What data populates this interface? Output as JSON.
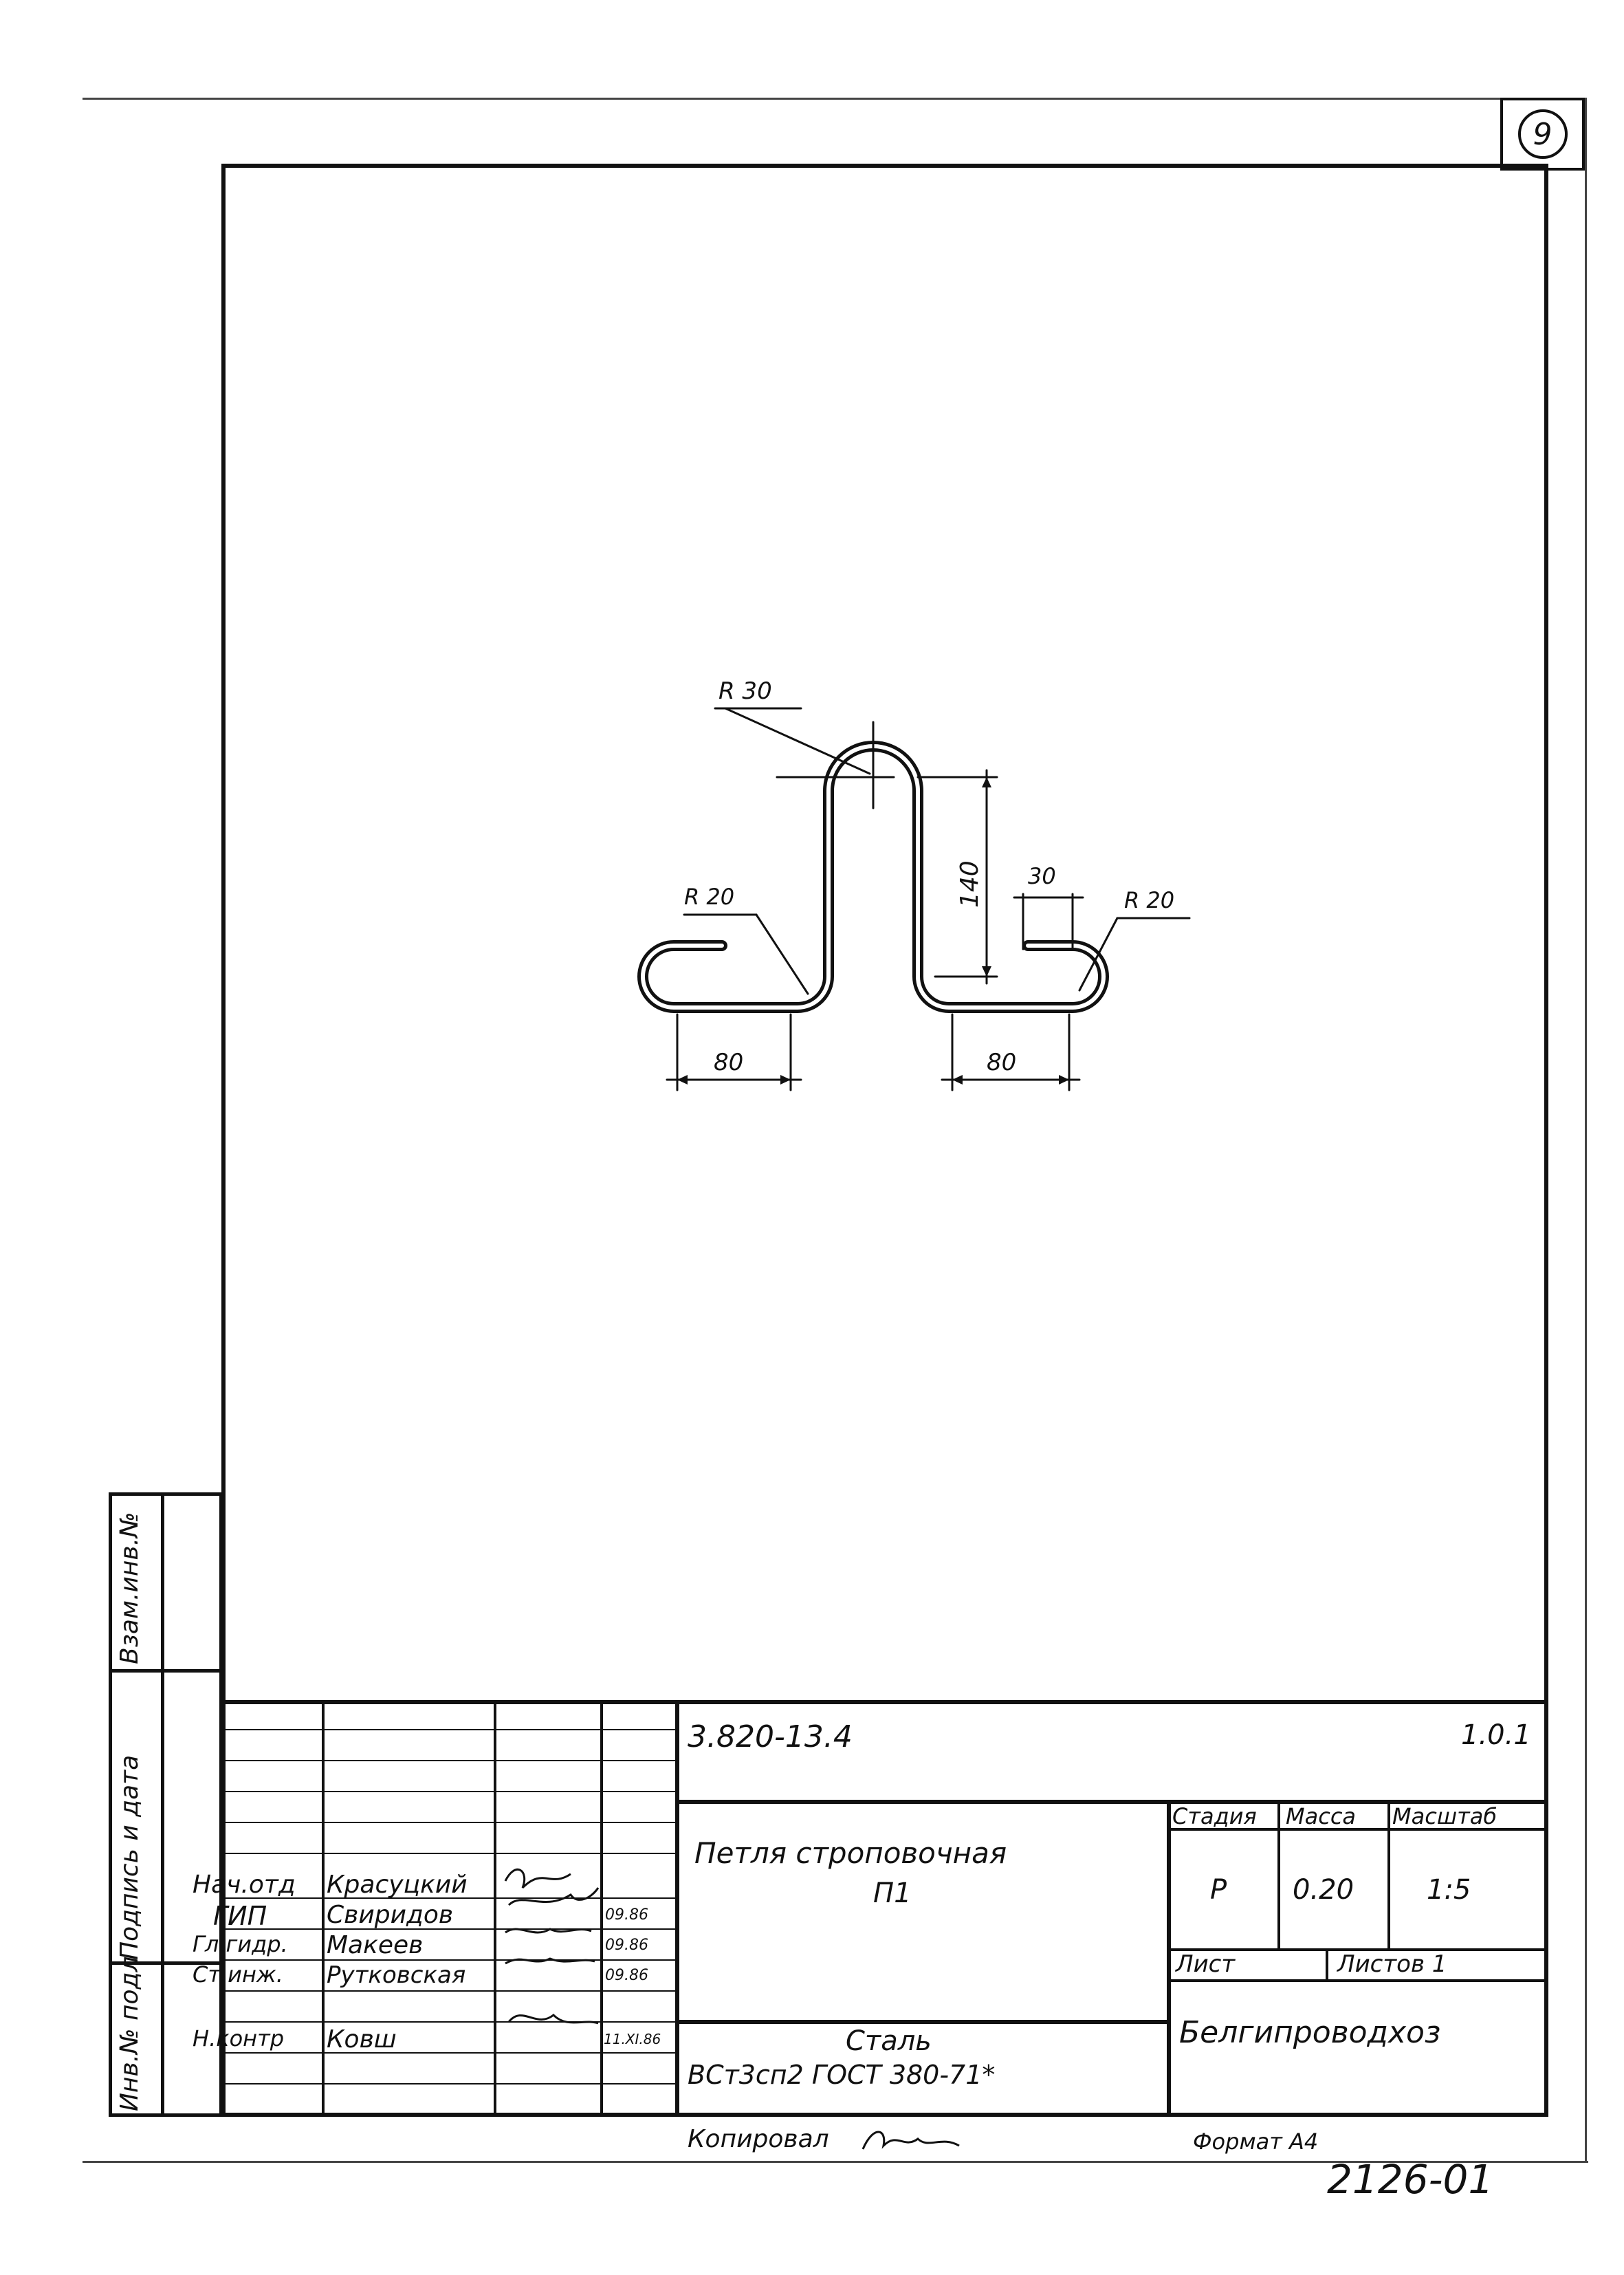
{
  "sheet_number": "9",
  "drawing": {
    "dim_r30": "R 30",
    "dim_r20_left": "R 20",
    "dim_r20_right": "R 20",
    "dim_140": "140",
    "dim_30": "30",
    "dim_80_left": "80",
    "dim_80_right": "80"
  },
  "side_stamp": {
    "inv_no_replaced": "Взам.инв.№",
    "signature_date": "Подпись и дата",
    "inv_no_original": "Инв.№ подл"
  },
  "title_block": {
    "document_code": "3.820-13.4",
    "sheet_code": "1.0.1",
    "title_line1": "Петля строповочная",
    "title_line2": "П1",
    "material_line1": "Сталь",
    "material_line2": "ВСт3сп2 ГОСТ 380-71*",
    "organization": "Белгипроводхоз",
    "stage_label": "Стадия",
    "mass_label": "Масса",
    "scale_label": "Масштаб",
    "stage_value": "Р",
    "mass_value": "0.20",
    "scale_value": "1:5",
    "sheet_label": "Лист",
    "sheets_label": "Листов 1",
    "people": [
      {
        "role": "Нач.отд",
        "name": "Красуцкий",
        "date": ""
      },
      {
        "role": "ГИП",
        "name": "Свиридов",
        "date": "09.86"
      },
      {
        "role": "Гл.гидр.",
        "name": "Макеев",
        "date": "09.86"
      },
      {
        "role": "Ст.инж.",
        "name": "Рутковская",
        "date": "09.86"
      },
      {
        "role": "Н.контр",
        "name": "Ковш",
        "date": "11.XI.86"
      }
    ]
  },
  "footer": {
    "copied_label": "Копировал",
    "format_label": "Формат А4",
    "archive_number": "2126-01"
  }
}
